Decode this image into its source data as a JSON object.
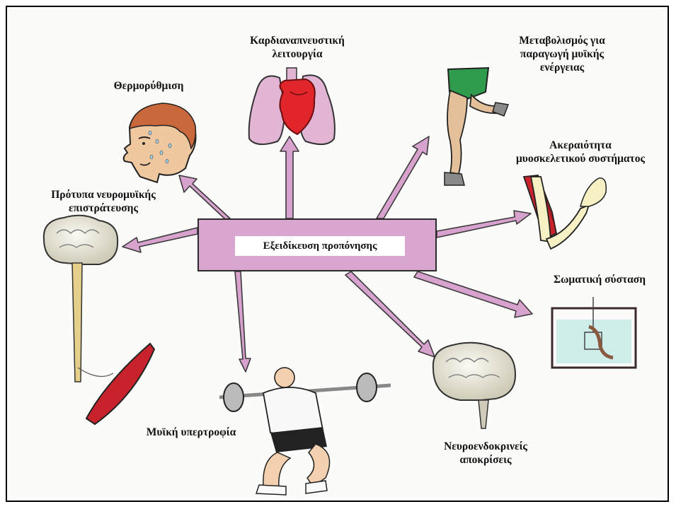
{
  "center": {
    "label": "Εξειδίκευση προπόνησης"
  },
  "labels": {
    "cardio": [
      "Καρδιαναπνευστική",
      "λειτουργία"
    ],
    "thermo": [
      "Θερμορύθμιση"
    ],
    "metabolism": [
      "Μεταβολισμός για",
      "παραγωγή μυϊκής",
      "ενέργειας"
    ],
    "integrity": [
      "Ακεραιότητα",
      "μυοσκελετικού συστήματος"
    ],
    "recruitment": [
      "Πρότυπα νευρομυϊκής",
      "επιστράτευσης"
    ],
    "composition": [
      "Σωματική σύσταση"
    ],
    "hypertrophy": [
      "Μυϊκή υπερτροφία"
    ],
    "neuroendocrine": [
      "Νευροενδοκρινείς",
      "αποκρίσεις"
    ]
  },
  "colors": {
    "arrow": "#d8a2cf",
    "arrow_stroke": "#3a3a3a",
    "lungs": "#e2b5d4",
    "heart": "#e0252b",
    "muscle": "#c8232c",
    "water": "#cfeeea"
  }
}
